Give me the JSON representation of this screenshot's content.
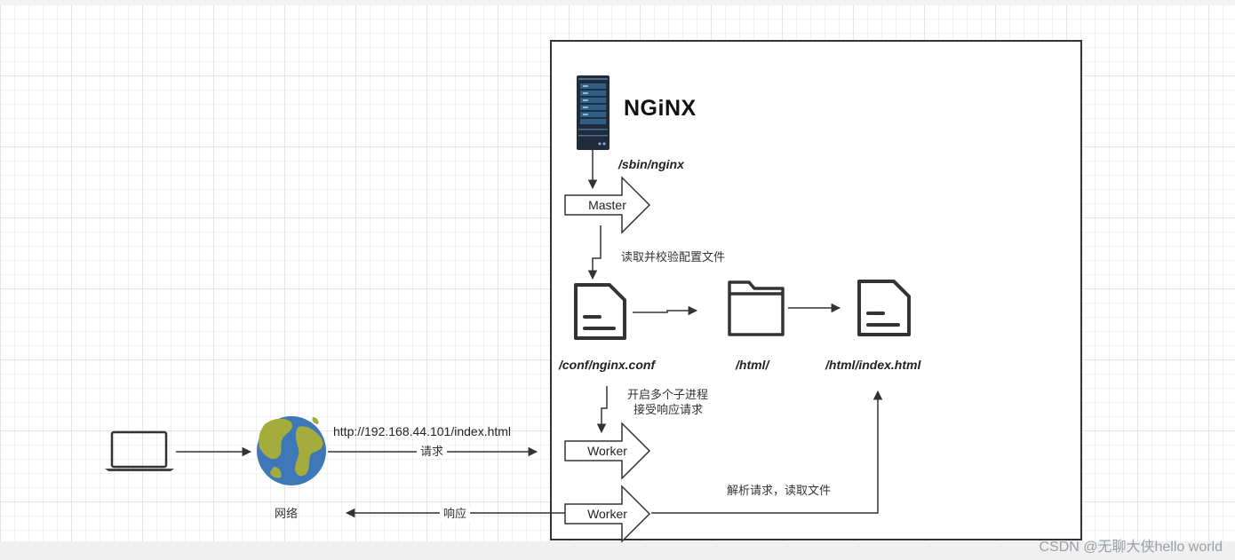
{
  "diagram": {
    "brand_logo": "NGiNX",
    "path_sbin": "/sbin/nginx",
    "master_label": "Master",
    "step_read_config": "读取并校验配置文件",
    "path_conf": "/conf/nginx.conf",
    "path_html": "/html/",
    "path_index": "/html/index.html",
    "step_spawn_line1": "开启多个子进程",
    "step_spawn_line2": "接受响应请求",
    "worker_label_1": "Worker",
    "worker_label_2": "Worker",
    "request_url": "http://192.168.44.101/index.html",
    "request_label": "请求",
    "network_label": "网络",
    "response_label": "响应",
    "parse_label": "解析请求，读取文件"
  },
  "watermark": "CSDN @无聊大侠hello world",
  "colors": {
    "stroke": "#333333",
    "server_body": "#1f2c3b",
    "server_panel": "#2f5f86",
    "globe_ocean": "#3f78b8",
    "globe_land": "#a4ad3b"
  },
  "icons": [
    "server-icon",
    "file-icon",
    "folder-icon",
    "laptop-icon",
    "globe-icon"
  ]
}
